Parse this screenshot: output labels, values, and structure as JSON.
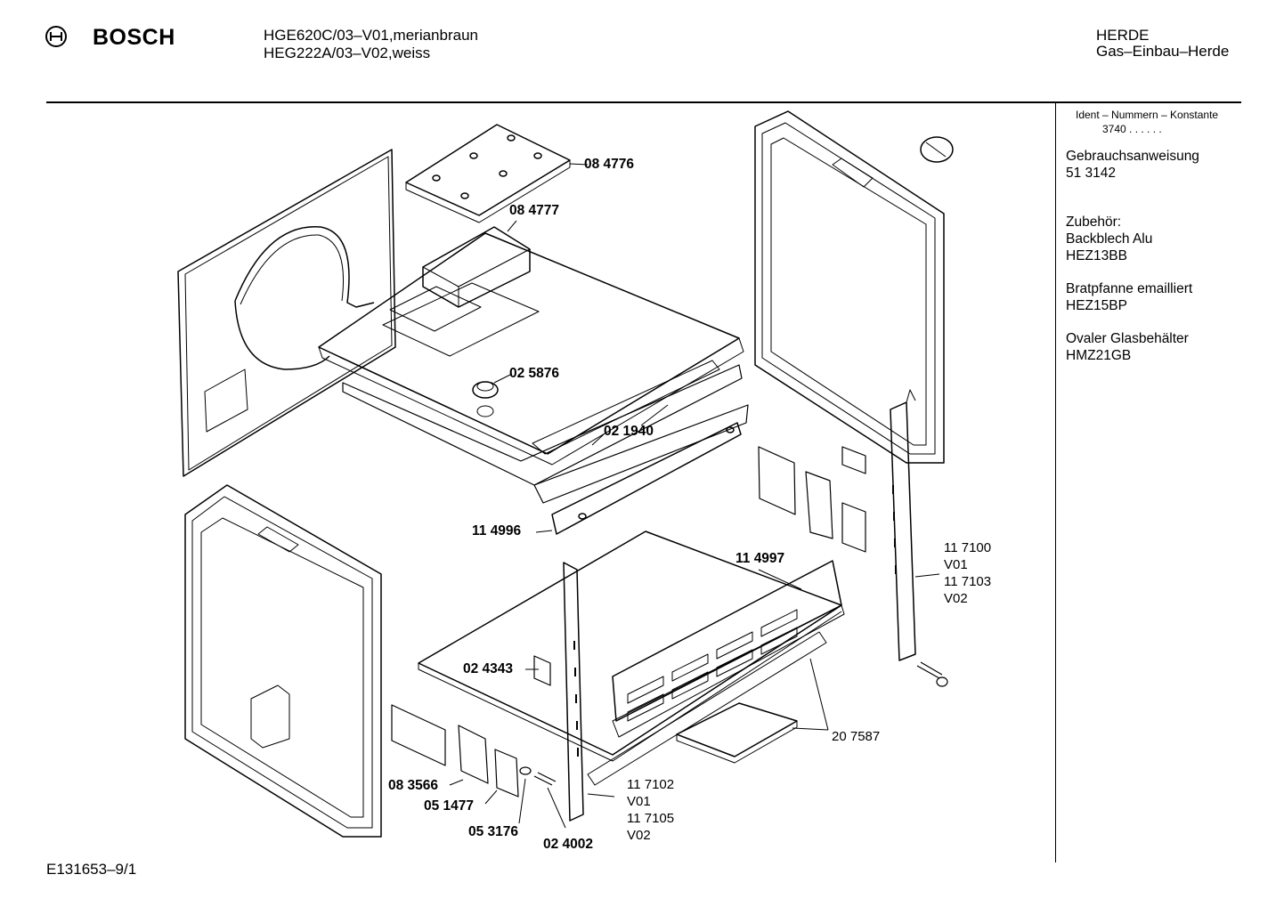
{
  "header": {
    "brand": "BOSCH",
    "models": [
      "HGE620C/03–V01,merianbraun",
      "HEG222A/03–V02,weiss"
    ],
    "category": "HERDE",
    "subcategory": "Gas–Einbau–Herde"
  },
  "sidebar": {
    "ident_label": "Ident – Nummern – Konstante",
    "ident_value": "3740 . . . . . .",
    "manual_label": "Gebrauchsanweisung",
    "manual_number": "51 3142",
    "accessories_title": "Zubehör:",
    "accessories": [
      {
        "name": "Backblech Alu",
        "code": "HEZ13BB"
      },
      {
        "name": "Bratpfanne emailliert",
        "code": "HEZ15BP"
      },
      {
        "name": "Ovaler Glasbehälter",
        "code": "HMZ21GB"
      }
    ]
  },
  "parts": {
    "p084776": "08 4776",
    "p084777": "08 4777",
    "p025876": "02 5876",
    "p021940": "02 1940",
    "p114996": "11 4996",
    "p114997": "11 4997",
    "p024343": "02 4343",
    "p083566": "08 3566",
    "p051477": "05 1477",
    "p053176": "05 3176",
    "p024002": "02 4002",
    "p207587": "20 7587",
    "rail_right": [
      "11 7100",
      "V01",
      "11 7103",
      "V02"
    ],
    "rail_left": [
      "11 7102",
      "V01",
      "11 7105",
      "V02"
    ]
  },
  "footer": {
    "doc_number": "E131653–9/1"
  }
}
